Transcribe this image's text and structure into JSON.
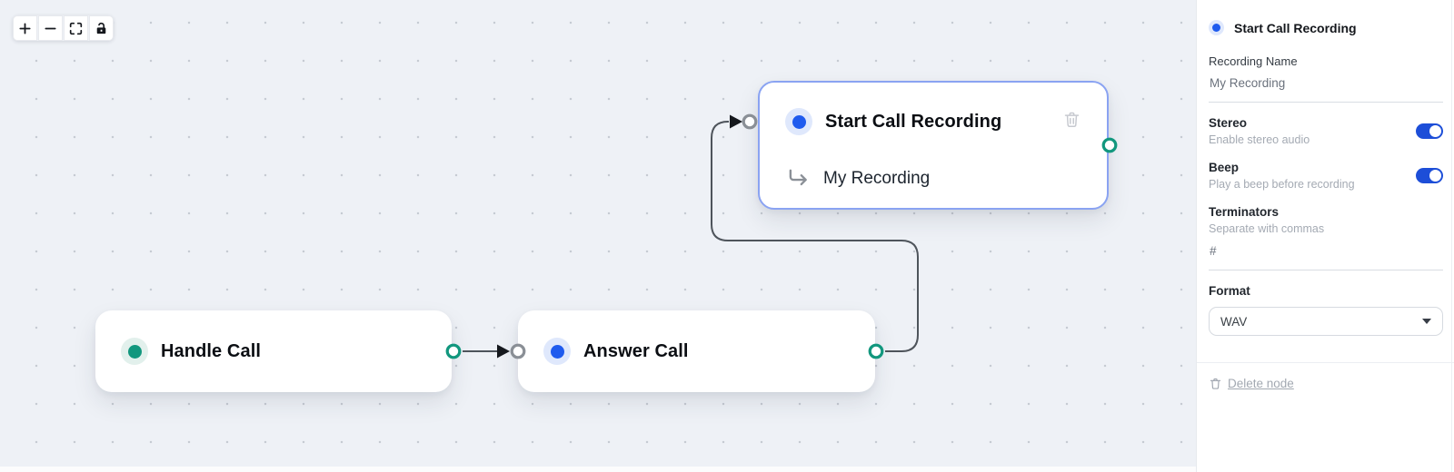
{
  "toolbar": {
    "buttons": [
      {
        "icon": "zoom-in-icon"
      },
      {
        "icon": "zoom-out-icon"
      },
      {
        "icon": "fit-view-icon"
      },
      {
        "icon": "unlock-icon"
      }
    ]
  },
  "flow": {
    "nodes": {
      "handle_call": {
        "title": "Handle Call",
        "accent": "teal"
      },
      "answer_call": {
        "title": "Answer Call",
        "accent": "blue"
      },
      "start_call_recording": {
        "title": "Start Call Recording",
        "accent": "blue",
        "output_label": "My Recording",
        "selected": true
      }
    },
    "edges": [
      {
        "from": "handle_call",
        "to": "answer_call"
      },
      {
        "from": "answer_call",
        "to": "start_call_recording"
      }
    ]
  },
  "panel": {
    "title": "Start Call Recording",
    "recording_name": {
      "label": "Recording Name",
      "value": "My Recording"
    },
    "stereo": {
      "label": "Stereo",
      "description": "Enable stereo audio",
      "enabled": true
    },
    "beep": {
      "label": "Beep",
      "description": "Play a beep before recording",
      "enabled": true
    },
    "terminators": {
      "label": "Terminators",
      "description": "Separate with commas",
      "value": "#"
    },
    "format": {
      "label": "Format",
      "value": "WAV"
    },
    "delete_label": "Delete node"
  },
  "colors": {
    "accent_blue": "#1f5bee",
    "accent_teal": "#12977e",
    "toggle_on": "#1d4ed8",
    "selected_node_border": "#8aa3f2",
    "edge": "#4e545b",
    "canvas_background": "#eef1f6"
  }
}
